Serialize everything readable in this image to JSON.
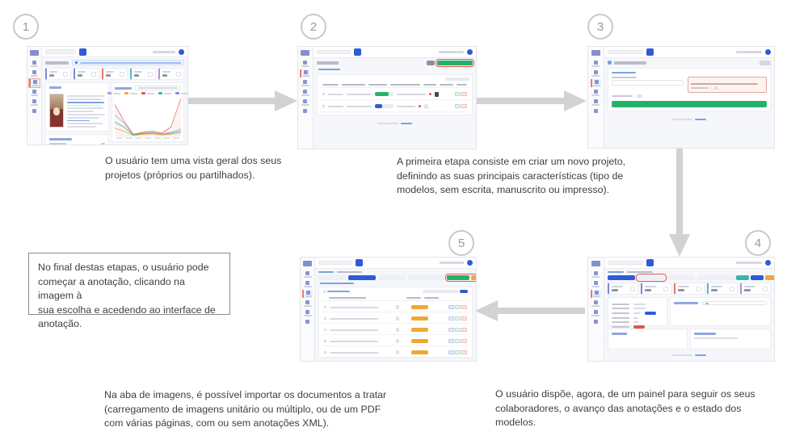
{
  "meta": {
    "title": "Fluxo de utilização da plataforma de anotação",
    "background": "#ffffff",
    "badge_color": "#9a9a9a",
    "badge_border": "#c9c9c9",
    "arrow_color": "#d0d0d0",
    "caption_color": "#3f3f3f"
  },
  "steps": [
    {
      "number": "1",
      "name": "dashboard",
      "caption": "O usuário tem uma vista geral dos seus\nprojetos (próprios ou partilhados)."
    },
    {
      "number": "2",
      "name": "projects-list",
      "caption": "A primeira etapa consiste em criar um novo projeto,\ndefinindo as suas principais características (tipo de\nmodelos, sem escrita, manuscrito ou impresso)."
    },
    {
      "number": "3",
      "name": "new-project-form",
      "caption": ""
    },
    {
      "number": "4",
      "name": "project-dashboard",
      "caption": "O usuário dispõe, agora, de um painel para seguir os seus\ncolaboradores, o avanço das anotações e o estado dos\nmodelos."
    },
    {
      "number": "5",
      "name": "images-tab",
      "caption": "Na aba de imagens, é possível importar os documentos a tratar\n(carregamento de imagens unitário ou múltiplo, ou de um PDF\ncom várias páginas, com ou sem anotações XML)."
    }
  ],
  "callout": {
    "text": "No final destas etapas, o usuário pode\ncomeçar a anotação, clicando na imagem à\nsua escolha e acedendo ao interface de\nanotação.",
    "border": "#8d8d8d"
  },
  "arrows": [
    {
      "name": "arrow-step1-to-step2",
      "direction": "right"
    },
    {
      "name": "arrow-step2-to-step3",
      "direction": "right"
    },
    {
      "name": "arrow-step3-to-step4",
      "direction": "down"
    },
    {
      "name": "arrow-step4-to-step5",
      "direction": "left"
    }
  ],
  "palette": {
    "primary_blue": "#2f5bd7",
    "success_green": "#27b069",
    "warning_amber": "#f0a830",
    "danger_red": "#e2574c",
    "teal": "#38b6a6",
    "panel_bg": "#f6f7fb",
    "card_bg": "#ffffff",
    "border": "#eceef2"
  },
  "chart_data": {
    "type": "line",
    "title": "",
    "xlabel": "",
    "ylabel": "",
    "grid": false,
    "legend_position": "top",
    "x": [
      "t1",
      "t2",
      "t3",
      "t4",
      "t5",
      "t6",
      "t7",
      "t8"
    ],
    "series": [
      {
        "name": "serie-1",
        "color": "#e2574c",
        "values": [
          78,
          30,
          4,
          8,
          10,
          7,
          22,
          92
        ]
      },
      {
        "name": "serie-2",
        "color": "#9aa7e0",
        "values": [
          52,
          24,
          3,
          6,
          7,
          5,
          9,
          16
        ]
      },
      {
        "name": "serie-3",
        "color": "#38b6a6",
        "values": [
          34,
          16,
          3,
          7,
          9,
          6,
          8,
          12
        ]
      },
      {
        "name": "serie-4",
        "color": "#f0a830",
        "values": [
          18,
          9,
          2,
          5,
          6,
          4,
          6,
          9
        ]
      }
    ],
    "ylim": [
      0,
      100
    ]
  }
}
